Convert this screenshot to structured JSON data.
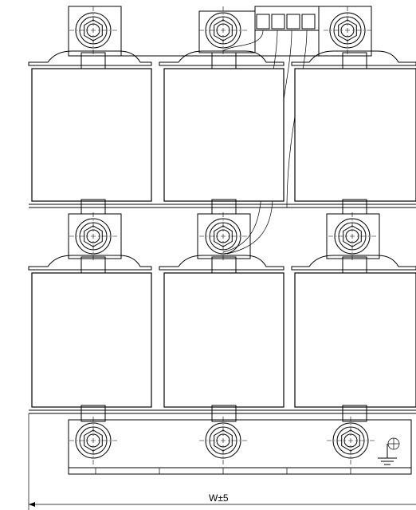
{
  "dimension": {
    "width_label": "W±5"
  },
  "drawing": {
    "rows": 2,
    "coils_per_row": 3,
    "terminal_block_poles": 4,
    "icons": [
      "bolt-icon",
      "ground-icon"
    ]
  },
  "colors": {
    "line": "#000000",
    "background": "#ffffff"
  }
}
